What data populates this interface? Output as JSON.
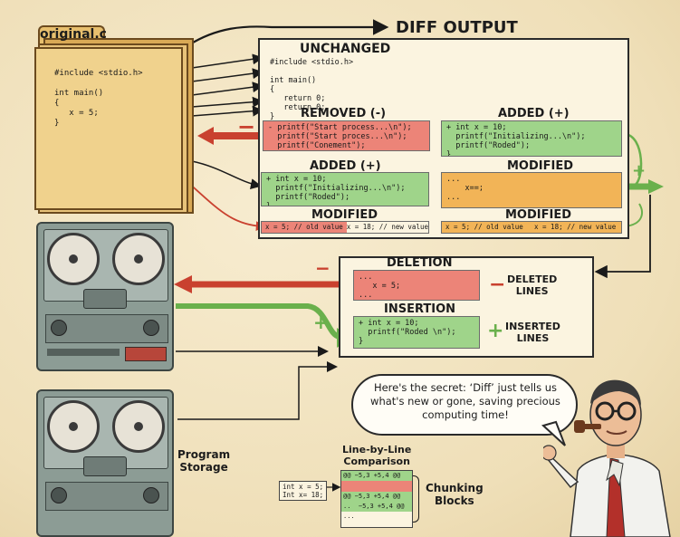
{
  "folder": {
    "title": "original.c",
    "code": [
      "#include <stdio.h>",
      "",
      "int main()",
      "{",
      "   x = 5;",
      "}"
    ]
  },
  "diff_output": {
    "title": "DIFF OUTPUT",
    "unchanged": {
      "label": "UNCHANGED",
      "code": [
        "#include <stdio.h>",
        "",
        "int main()",
        "{",
        "   return 0;",
        "   return 0;",
        "}"
      ]
    },
    "removed": {
      "label": "REMOVED (-)",
      "code": [
        "- printf(\"Start process...\\n\");",
        "  printf(\"Start proces...\\n\");",
        "  printf(\"Conement\");"
      ]
    },
    "added_right": {
      "label": "ADDED (+)",
      "code": [
        "+ int x = 10;",
        "  printf(\"Initializing...\\n\");",
        "  printf(\"Roded\");",
        "}"
      ]
    },
    "added_left": {
      "label": "ADDED (+)",
      "code": [
        "+ int x = 10;",
        "  printf(\"Initializing...\\n\");",
        "  printf(\"Roded\");",
        "}"
      ]
    },
    "modified_top": {
      "label": "MODIFIED",
      "code": [
        "...",
        "    x==;",
        "..."
      ]
    },
    "modified_left": {
      "label": "MODIFIED",
      "old": "x = 5; // old value",
      "new": "x = 18; // new value"
    },
    "modified_right": {
      "label": "MODIFIED",
      "old": "x = 5; // old value",
      "new": "x = 18; // new value"
    }
  },
  "panel2": {
    "deletion": {
      "label": "DELETION",
      "code": [
        "...",
        "   x = 5;",
        "..."
      ]
    },
    "insertion": {
      "label": "INSERTION",
      "code": [
        "+ int x = 10;",
        "  printf(\"Roded \\n\");",
        "}"
      ]
    },
    "deleted_lines": "DELETED\nLINES",
    "inserted_lines": "INSERTED\nLINES"
  },
  "symbols": {
    "minus": "−",
    "plus": "+"
  },
  "bubble": "Here's the secret: ‘Diff’ just tells us what's new or gone, saving precious computing time!",
  "program_storage": "Program\nStorage",
  "comparison": {
    "title": "Line-by-Line\nComparison",
    "left_code": [
      "int x = 5;",
      "Int x= 18;"
    ],
    "hunk1": "@@ −5,3 +5,4 @@",
    "hunk2": "@@ −5,3 +5,4 @@",
    "hunk3": "..  −5,3 +5,4 @@",
    "dots": "...",
    "chunking": "Chunking\nBlocks"
  },
  "colors": {
    "red": "#ec8478",
    "green": "#9fd48a",
    "orange": "#f2b457",
    "arrow_red": "#c9412f",
    "arrow_green": "#6ab04c",
    "tape_body": "#8c9c95"
  },
  "icons": [
    "folder-icon",
    "tape-drive-icon",
    "person-illustration",
    "arrow-icon"
  ]
}
